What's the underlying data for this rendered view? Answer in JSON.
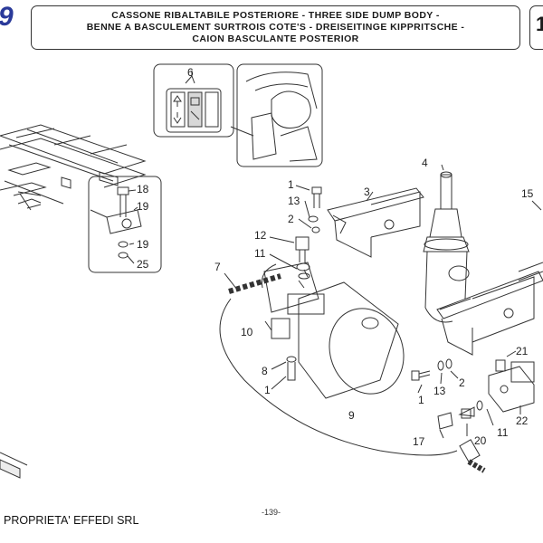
{
  "plate_number": "9",
  "title_lines": [
    "CASSONE RIBALTABILE POSTERIORE  -  THREE SIDE DUMP BODY -",
    "BENNE A BASCULEMENT SURTROIS COTE'S - DREISEITINGE KIPPRITSCHE -",
    "CAION BASCULANTE POSTERIOR"
  ],
  "ref_number": "1",
  "footer": {
    "owner": "PROPRIETA' EFFEDI SRL",
    "page": "-139-"
  },
  "callouts": {
    "switch_panel": "6",
    "bolt_detail_18": "18",
    "bolt_detail_19a": "19",
    "bolt_detail_19b": "19",
    "bolt_detail_25": "25",
    "bolt_1_top": "1",
    "washer_13_top": "13",
    "washer_2_top": "2",
    "bracket_3": "3",
    "cylinder_4": "4",
    "bracket_15": "15",
    "fitting_12": "12",
    "fitting_11": "11",
    "hose_7": "7",
    "pump_10": "10",
    "screw_8": "8",
    "bolt_1_left": "1",
    "tank_9": "9",
    "bolt_1_bottom": "1",
    "washer_13_bottom": "13",
    "washer_2_bottom": "2",
    "valve_21": "21",
    "valve_22": "22",
    "fitting_11_bottom": "11",
    "fitting_20": "20",
    "fitting_17": "17"
  }
}
